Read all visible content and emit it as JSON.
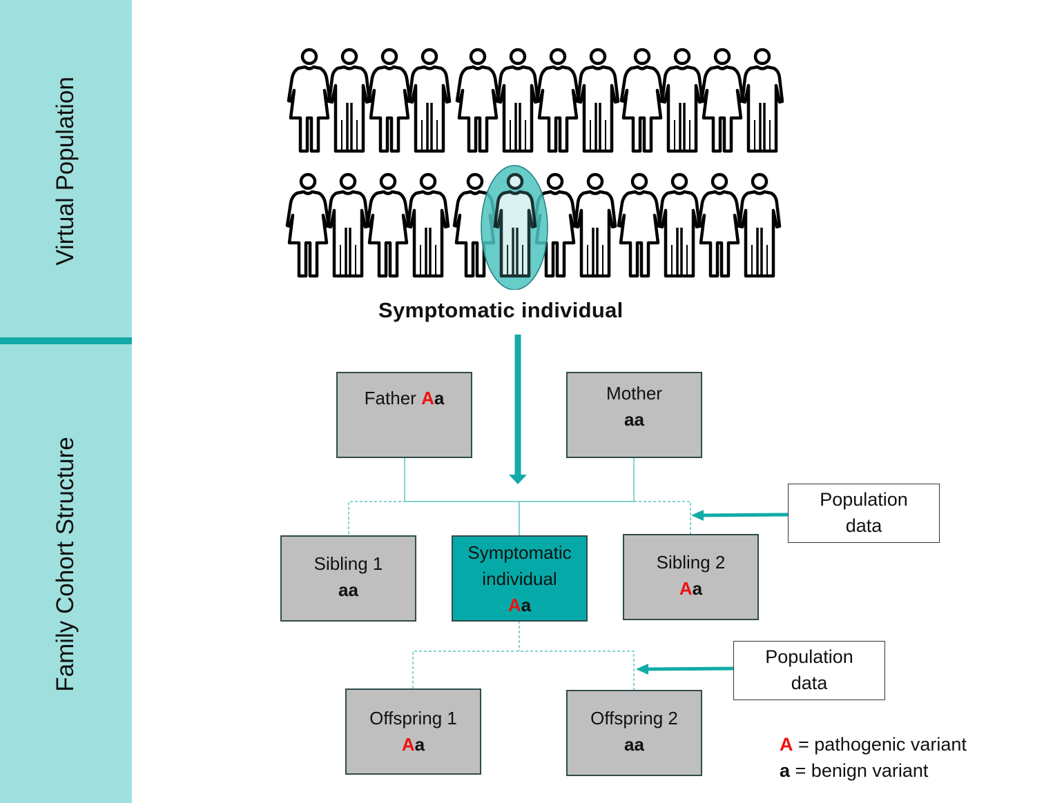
{
  "sidebar": {
    "top_label": "Virtual Population",
    "bottom_label": "Family Cohort Structure"
  },
  "population": {
    "caption": "Symptomatic individual"
  },
  "pedigree": {
    "father": {
      "name": "Father",
      "g1": "A",
      "g2": "a"
    },
    "mother": {
      "name": "Mother",
      "g1": "",
      "g2": "aa"
    },
    "sibling1": {
      "name": "Sibling 1",
      "g1": "",
      "g2": "aa"
    },
    "proband": {
      "name_line1": "Symptomatic",
      "name_line2": "individual",
      "g1": "A",
      "g2": "a"
    },
    "sibling2": {
      "name": "Sibling 2",
      "g1": "A",
      "g2": "a"
    },
    "offspring1": {
      "name": "Offspring 1",
      "g1": "A",
      "g2": "a"
    },
    "offspring2": {
      "name": "Offspring 2",
      "g1": "",
      "g2": "aa"
    }
  },
  "popdata": {
    "line1": "Population",
    "line2": "data"
  },
  "legend": {
    "pathogenic_symbol": "A",
    "pathogenic_text": " = pathogenic variant",
    "benign_symbol": "a",
    "benign_text": " = benign variant"
  },
  "colors": {
    "sidebar": "#9fe0de",
    "accent": "#13aba8",
    "proband_box": "#05aaa8",
    "box": "#bfbfbf",
    "pathogenic": "#ee1111"
  }
}
